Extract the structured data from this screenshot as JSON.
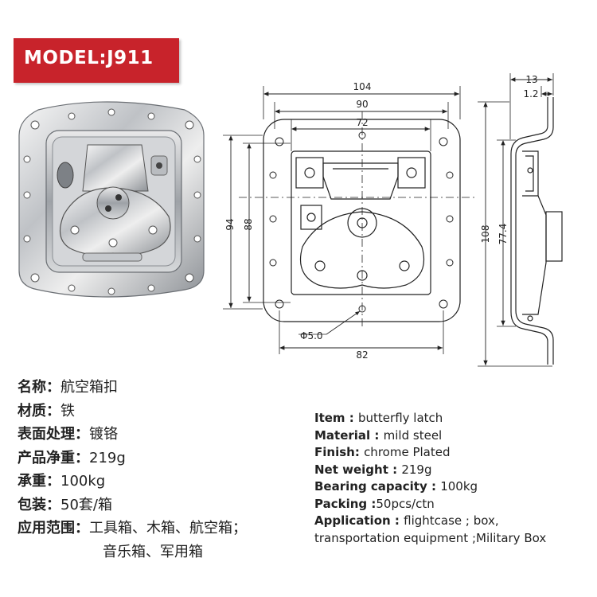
{
  "header": {
    "model_label": "MODEL:J911"
  },
  "drawing": {
    "dims": {
      "w104": "104",
      "w90": "90",
      "w72": "72",
      "h94": "94",
      "h88": "88",
      "hole": "Φ5.0",
      "w82": "82",
      "d13": "13",
      "d12": "1.2",
      "h108": "108",
      "h774": "77.4"
    }
  },
  "specs_cn": {
    "name_label": "名称",
    "name_value": "航空箱扣",
    "material_label": "材质",
    "material_value": "铁",
    "surface_label": "表面处理",
    "surface_value": "镀铬",
    "weight_label": "产品净重",
    "weight_value": "219g",
    "load_label": "承重",
    "load_value": "100kg",
    "pack_label": "包装",
    "pack_value": "50套/箱",
    "app_label": "应用范围",
    "app_value_1": "工具箱、木箱、航空箱；",
    "app_value_2": "音乐箱、军用箱"
  },
  "specs_en": {
    "item_label": "Item",
    "item_value": "butterfly latch",
    "material_label": "Material",
    "material_value": "mild steel",
    "finish_label": "Finish",
    "finish_value": "chrome Plated",
    "weight_label": "Net weight",
    "weight_value": "219g",
    "capacity_label": "Bearing capacity",
    "capacity_value": "100kg",
    "packing_label": "Packing",
    "packing_value": "50pcs/ctn",
    "application_label": "Application",
    "application_value_1": "flightcase ; box,",
    "application_value_2": "transportation equipment ;Military Box"
  }
}
